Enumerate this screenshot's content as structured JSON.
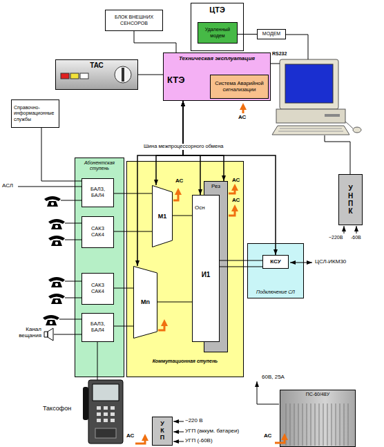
{
  "diagram": {
    "nodes": [
      {
        "text": [
          "БЛОК ВНЕШНИХ СЕНСОРОВ"
        ]
      },
      {
        "text": [
          "ЦТЭ"
        ]
      },
      {
        "text": [
          "Удаленный модем"
        ],
        "in": 1
      },
      {
        "text": [
          "МОДЕМ"
        ]
      },
      {
        "text": [
          "Техническая эксплуатация",
          "КТЭ"
        ]
      },
      {
        "text": [
          "Система Аварийной сигнализации"
        ],
        "in": 4
      },
      {
        "text": [
          "ТАС"
        ]
      },
      {
        "text": [
          "Справочно-информационные службы"
        ]
      },
      {
        "text": [
          "Абонентская ступень"
        ]
      },
      {
        "text": [
          "БАЛ3, БАЛ4"
        ],
        "in": 8
      },
      {
        "text": [
          "САК3 САК4"
        ],
        "in": 8
      },
      {
        "text": [
          "САК3 САК4"
        ],
        "in": 8
      },
      {
        "text": [
          "БАЛ3, БАЛ4"
        ],
        "in": 8
      },
      {
        "text": [
          "Коммутационная ступень"
        ]
      },
      {
        "text": [
          "М1"
        ],
        "in": 13
      },
      {
        "text": [
          "Мn"
        ],
        "in": 13
      },
      {
        "text": [
          "Рез"
        ],
        "in": 13
      },
      {
        "text": [
          "Осн",
          "И1"
        ],
        "in": 13
      },
      {
        "text": [
          "УНПК"
        ]
      },
      {
        "text": [
          "Подключение СЛ"
        ]
      },
      {
        "text": [
          "КСУ"
        ],
        "in": 19
      },
      {
        "text": [
          "УКП"
        ]
      },
      {
        "text": [
          "ПС-60/48У"
        ]
      }
    ],
    "edges": [
      {
        "from": 0,
        "to": 4,
        "arrow": "none"
      },
      {
        "from": 2,
        "to": 3,
        "arrow": "none"
      },
      {
        "from": 6,
        "to": 4,
        "arrow": "none"
      },
      {
        "from": 7,
        "to": 9,
        "arrow": "none"
      },
      {
        "from": 9,
        "to": 14,
        "arrow": "none"
      },
      {
        "from": 10,
        "to": 14,
        "arrow": "none"
      },
      {
        "from": 11,
        "to": 15,
        "arrow": "none"
      },
      {
        "from": 12,
        "to": 15,
        "arrow": "none"
      },
      {
        "from": 14,
        "to": 17,
        "arrow": "none"
      },
      {
        "from": 15,
        "to": 17,
        "arrow": "none"
      },
      {
        "from": 17,
        "to": 20,
        "arrow": "none"
      },
      {
        "from": 17,
        "to": 20,
        "arrow": "none"
      },
      {
        "from": 4,
        "to": 14,
        "arrow": "both"
      },
      {
        "from": 4,
        "to": 15,
        "arrow": "both"
      },
      {
        "from": 4,
        "to": 16,
        "arrow": "both"
      },
      {
        "from": 4,
        "to": 17,
        "arrow": "both"
      },
      {
        "from": 4,
        "to": 20,
        "arrow": "both"
      }
    ],
    "labels": [
      "RS232",
      "АС",
      "Шина межпроцессорного обмена",
      "АСЛ",
      "АС",
      "АС",
      "АС",
      "ЦСЛ-ИКМ30",
      "~220В",
      "-60В",
      "Канал вещания",
      "Таксофон",
      "60В, 25А",
      "~220 В",
      "УГП (аккум. батареи)",
      "УГП (-60В)",
      "АС",
      "АС"
    ]
  }
}
